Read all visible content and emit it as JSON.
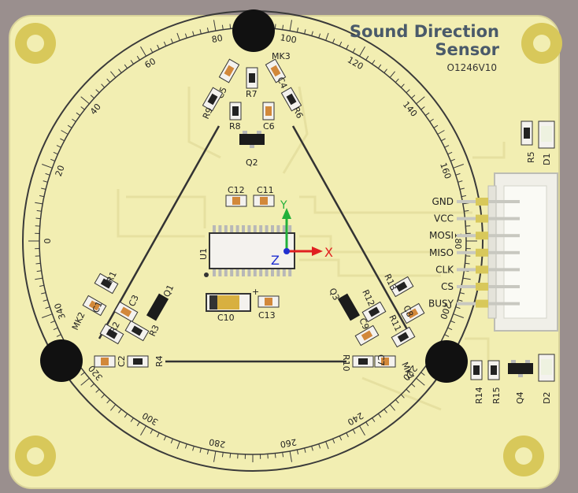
{
  "board": {
    "title_line1": "Sound Direction",
    "title_line2": "Sensor",
    "part_number": "O1246V10",
    "colors": {
      "background": "#9a8f8e",
      "board": "#f2eeb2",
      "silkscreen": "#1f1f1f",
      "pad_gold": "#d8c85a",
      "component_body": "#1c1c1c",
      "smd_white": "#f4f2ee",
      "smd_orange": "#d2883a"
    }
  },
  "dial": {
    "degree_labels": [
      "0",
      "20",
      "40",
      "60",
      "80",
      "100",
      "120",
      "140",
      "160",
      "180",
      "200",
      "220",
      "240",
      "260",
      "280",
      "300",
      "320",
      "340"
    ]
  },
  "axes": {
    "x_label": "X",
    "y_label": "Y",
    "z_label": "Z",
    "x_color": "#e02020",
    "y_color": "#22b03a",
    "z_color": "#2030d0"
  },
  "connector": {
    "pins": [
      "GND",
      "VCC",
      "MOSI",
      "MISO",
      "CLK",
      "CS",
      "BUSY"
    ]
  },
  "microphones": [
    "MK3",
    "MK2",
    "MK1"
  ],
  "components": {
    "ic": "U1",
    "transistors": [
      "Q2",
      "Q1",
      "Q3",
      "Q4"
    ],
    "capacitors": [
      "C1",
      "C2",
      "C3",
      "C4",
      "C5",
      "C6",
      "C7",
      "C8",
      "C9",
      "C10",
      "C11",
      "C12",
      "C13"
    ],
    "resistors": [
      "R1",
      "R2",
      "R3",
      "R4",
      "R5",
      "R6",
      "R7",
      "R8",
      "R9",
      "R10",
      "R11",
      "R12",
      "R13",
      "R14",
      "R15"
    ],
    "leds": [
      "D1",
      "D2"
    ]
  }
}
